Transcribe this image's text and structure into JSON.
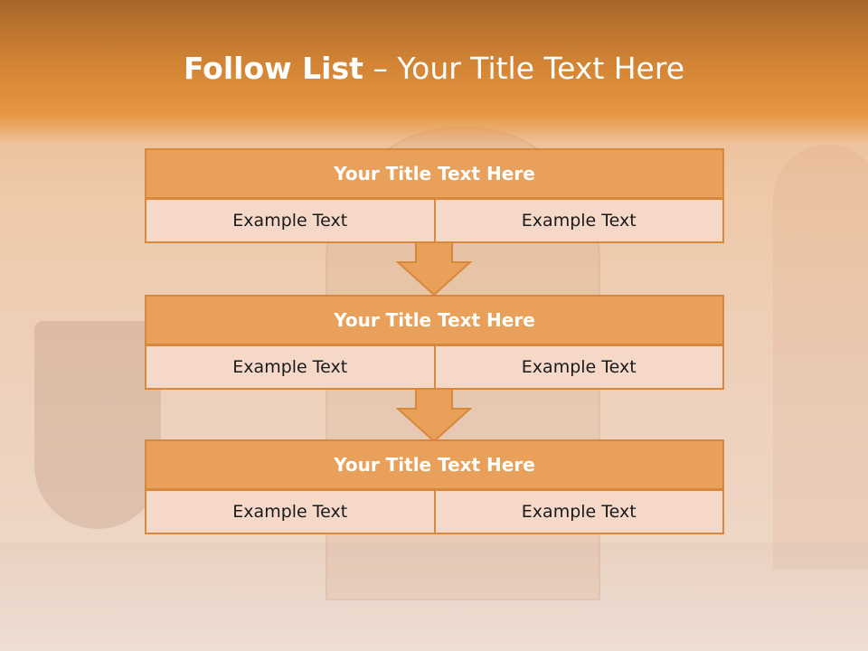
{
  "slide": {
    "title_bold": "Follow List",
    "title_rest": "– Your Title Text Here"
  },
  "blocks": [
    {
      "title": "Your Title Text Here",
      "left": "Example Text",
      "right": "Example Text"
    },
    {
      "title": "Your Title Text Here",
      "left": "Example Text",
      "right": "Example Text"
    },
    {
      "title": "Your Title Text Here",
      "left": "Example Text",
      "right": "Example Text"
    }
  ],
  "colors": {
    "accent": "#e8a05a",
    "border": "#d7883a",
    "cell_fill": "#f5d8c7",
    "header": "#d38535"
  },
  "icons": [
    "down-arrow-icon",
    "down-arrow-icon"
  ]
}
